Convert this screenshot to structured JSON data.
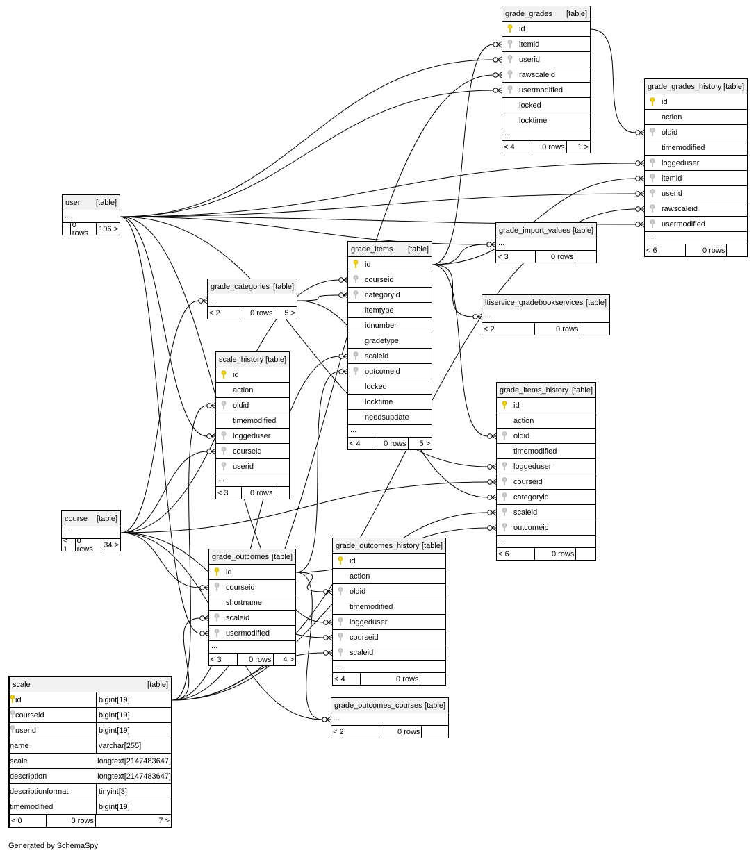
{
  "footer": "Generated by SchemaSpy",
  "icons": {
    "primary_key": "key-icon-gold",
    "foreign_key": "key-icon-gray",
    "none": ""
  },
  "tables": {
    "grade_grades": {
      "name": "grade_grades",
      "tag": "[table]",
      "columns": [
        {
          "name": "id",
          "key": "pk"
        },
        {
          "name": "itemid",
          "key": "fk"
        },
        {
          "name": "userid",
          "key": "fk"
        },
        {
          "name": "rawscaleid",
          "key": "fk"
        },
        {
          "name": "usermodified",
          "key": "fk"
        },
        {
          "name": "locked",
          "key": ""
        },
        {
          "name": "locktime",
          "key": ""
        }
      ],
      "more": "...",
      "parents": "< 4",
      "rows": "0 rows",
      "children": "1 >"
    },
    "grade_grades_history": {
      "name": "grade_grades_history",
      "tag": "[table]",
      "columns": [
        {
          "name": "id",
          "key": "pk"
        },
        {
          "name": "action",
          "key": ""
        },
        {
          "name": "oldid",
          "key": "fk"
        },
        {
          "name": "timemodified",
          "key": ""
        },
        {
          "name": "loggeduser",
          "key": "fk"
        },
        {
          "name": "itemid",
          "key": "fk"
        },
        {
          "name": "userid",
          "key": "fk"
        },
        {
          "name": "rawscaleid",
          "key": "fk"
        },
        {
          "name": "usermodified",
          "key": "fk"
        }
      ],
      "more": "...",
      "parents": "< 6",
      "rows": "0 rows",
      "children": ""
    },
    "user": {
      "name": "user",
      "tag": "[table]",
      "more": "...",
      "parents": "",
      "rows": "0 rows",
      "children": "106 >"
    },
    "grade_import_values": {
      "name": "grade_import_values",
      "tag": "[table]",
      "more": "...",
      "parents": "< 3",
      "rows": "0 rows",
      "children": ""
    },
    "grade_items": {
      "name": "grade_items",
      "tag": "[table]",
      "columns": [
        {
          "name": "id",
          "key": "pk"
        },
        {
          "name": "courseid",
          "key": "fk"
        },
        {
          "name": "categoryid",
          "key": "fk"
        },
        {
          "name": "itemtype",
          "key": ""
        },
        {
          "name": "idnumber",
          "key": ""
        },
        {
          "name": "gradetype",
          "key": ""
        },
        {
          "name": "scaleid",
          "key": "fk"
        },
        {
          "name": "outcomeid",
          "key": "fk"
        },
        {
          "name": "locked",
          "key": ""
        },
        {
          "name": "locktime",
          "key": ""
        },
        {
          "name": "needsupdate",
          "key": ""
        }
      ],
      "more": "...",
      "parents": "< 4",
      "rows": "0 rows",
      "children": "5 >"
    },
    "grade_categories": {
      "name": "grade_categories",
      "tag": "[table]",
      "more": "...",
      "parents": "< 2",
      "rows": "0 rows",
      "children": "5 >"
    },
    "ltiservice_gradebookservices": {
      "name": "ltiservice_gradebookservices",
      "tag": "[table]",
      "more": "...",
      "parents": "< 2",
      "rows": "0 rows",
      "children": ""
    },
    "scale_history": {
      "name": "scale_history",
      "tag": "[table]",
      "columns": [
        {
          "name": "id",
          "key": "pk"
        },
        {
          "name": "action",
          "key": ""
        },
        {
          "name": "oldid",
          "key": "fk"
        },
        {
          "name": "timemodified",
          "key": ""
        },
        {
          "name": "loggeduser",
          "key": "fk"
        },
        {
          "name": "courseid",
          "key": "fk"
        },
        {
          "name": "userid",
          "key": "fk"
        }
      ],
      "more": "...",
      "parents": "< 3",
      "rows": "0 rows",
      "children": ""
    },
    "grade_items_history": {
      "name": "grade_items_history",
      "tag": "[table]",
      "columns": [
        {
          "name": "id",
          "key": "pk"
        },
        {
          "name": "action",
          "key": ""
        },
        {
          "name": "oldid",
          "key": "fk"
        },
        {
          "name": "timemodified",
          "key": ""
        },
        {
          "name": "loggeduser",
          "key": "fk"
        },
        {
          "name": "courseid",
          "key": "fk"
        },
        {
          "name": "categoryid",
          "key": "fk"
        },
        {
          "name": "scaleid",
          "key": "fk"
        },
        {
          "name": "outcomeid",
          "key": "fk"
        }
      ],
      "more": "...",
      "parents": "< 6",
      "rows": "0 rows",
      "children": ""
    },
    "course": {
      "name": "course",
      "tag": "[table]",
      "more": "...",
      "parents": "< 1",
      "rows": "0 rows",
      "children": "34 >"
    },
    "grade_outcomes": {
      "name": "grade_outcomes",
      "tag": "[table]",
      "columns": [
        {
          "name": "id",
          "key": "pk"
        },
        {
          "name": "courseid",
          "key": "fk"
        },
        {
          "name": "shortname",
          "key": ""
        },
        {
          "name": "scaleid",
          "key": "fk"
        },
        {
          "name": "usermodified",
          "key": "fk"
        }
      ],
      "more": "...",
      "parents": "< 3",
      "rows": "0 rows",
      "children": "4 >"
    },
    "grade_outcomes_history": {
      "name": "grade_outcomes_history",
      "tag": "[table]",
      "columns": [
        {
          "name": "id",
          "key": "pk"
        },
        {
          "name": "action",
          "key": ""
        },
        {
          "name": "oldid",
          "key": "fk"
        },
        {
          "name": "timemodified",
          "key": ""
        },
        {
          "name": "loggeduser",
          "key": "fk"
        },
        {
          "name": "courseid",
          "key": "fk"
        },
        {
          "name": "scaleid",
          "key": "fk"
        }
      ],
      "more": "...",
      "parents": "< 4",
      "rows": "0 rows",
      "children": ""
    },
    "grade_outcomes_courses": {
      "name": "grade_outcomes_courses",
      "tag": "[table]",
      "more": "...",
      "parents": "< 2",
      "rows": "0 rows",
      "children": ""
    },
    "scale": {
      "name": "scale",
      "tag": "[table]",
      "columns": [
        {
          "name": "id",
          "key": "pk",
          "type": "bigint[19]"
        },
        {
          "name": "courseid",
          "key": "fk",
          "type": "bigint[19]"
        },
        {
          "name": "userid",
          "key": "fk",
          "type": "bigint[19]"
        },
        {
          "name": "name",
          "key": "",
          "type": "varchar[255]"
        },
        {
          "name": "scale",
          "key": "",
          "type": "longtext[2147483647]"
        },
        {
          "name": "description",
          "key": "",
          "type": "longtext[2147483647]"
        },
        {
          "name": "descriptionformat",
          "key": "",
          "type": "tinyint[3]"
        },
        {
          "name": "timemodified",
          "key": "",
          "type": "bigint[19]"
        }
      ],
      "parents": "< 0",
      "rows": "0 rows",
      "children": "7 >"
    }
  }
}
